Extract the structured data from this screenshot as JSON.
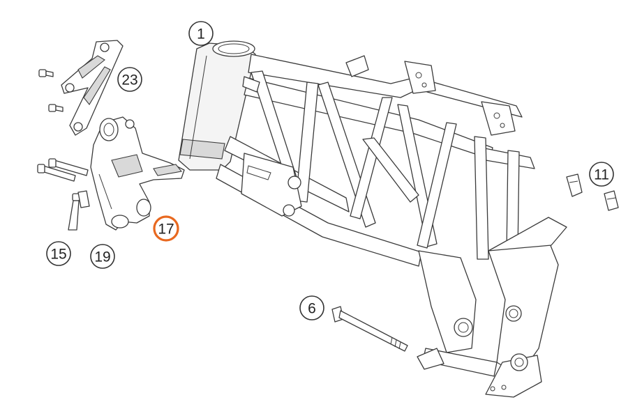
{
  "callouts": [
    {
      "id": "c1",
      "label": "1",
      "highlighted": false
    },
    {
      "id": "c23",
      "label": "23",
      "highlighted": false
    },
    {
      "id": "c11",
      "label": "11",
      "highlighted": false
    },
    {
      "id": "c17",
      "label": "17",
      "highlighted": true
    },
    {
      "id": "c15",
      "label": "15",
      "highlighted": false
    },
    {
      "id": "c19",
      "label": "19",
      "highlighted": false
    },
    {
      "id": "c6",
      "label": "6",
      "highlighted": false
    }
  ],
  "colors": {
    "highlight": "#e8681f",
    "outline": "#3a3a3a",
    "background": "#ffffff"
  }
}
